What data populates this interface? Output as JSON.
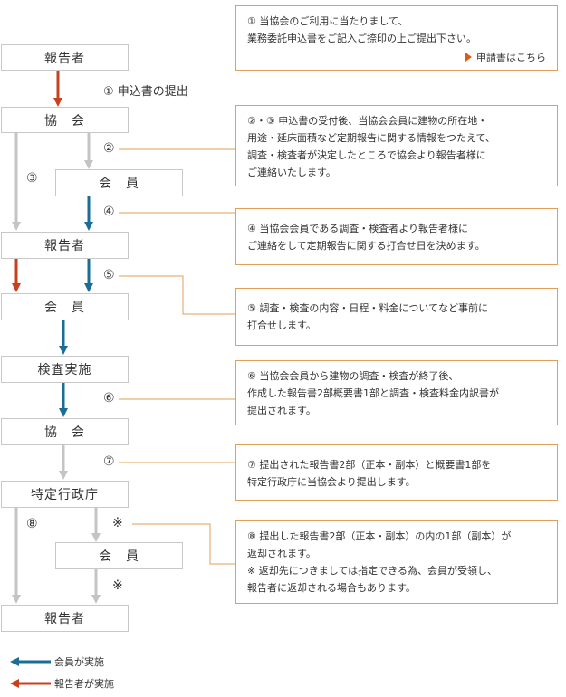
{
  "colors": {
    "member_arrow": "#1a6e96",
    "reporter_arrow": "#c8401c",
    "gray_arrow": "#c4c4c4",
    "note_border": "#e0a05a",
    "leader": "#e0a05a"
  },
  "flow": {
    "reporter1": "報告者",
    "kyokai1": "協　会",
    "kaiin1": "会　員",
    "reporter2": "報告者",
    "kaiin2": "会　員",
    "kensa": "検査実施",
    "kyokai2": "協　会",
    "tokutei": "特定行政庁",
    "kaiin3": "会　員",
    "reporter3": "報告者"
  },
  "labels": {
    "step1": "① 申込書の提出",
    "n2": "②",
    "n3": "③",
    "n4": "④",
    "n5": "⑤",
    "n6": "⑥",
    "n7": "⑦",
    "n8": "⑧",
    "kome1": "※",
    "kome2": "※"
  },
  "notes": {
    "note1": {
      "lines": [
        "① 当協会のご利用に当たりまして、",
        "業務委託申込書をご記入ご捺印の上ご提出下さい。"
      ],
      "link": "申請書はこちら"
    },
    "note2": {
      "lines": [
        "②・③ 申込書の受付後、当協会会員に建物の所在地・",
        "用途・延床面積など定期報告に関する情報をつたえて、",
        "調査・検査者が決定したところで協会より報告者様に",
        "ご連絡いたします。"
      ]
    },
    "note4": {
      "lines": [
        "④ 当協会会員である調査・検査者より報告者様に",
        "ご連絡をして定期報告に関する打合せ日を決めます。"
      ]
    },
    "note5": {
      "lines": [
        "⑤ 調査・検査の内容・日程・料金についてなど事前に",
        "打合せします。"
      ]
    },
    "note6": {
      "lines": [
        "⑥ 当協会会員から建物の調査・検査が終了後、",
        "作成した報告書2部概要書1部と調査・検査料金内訳書が",
        "提出されます。"
      ]
    },
    "note7": {
      "lines": [
        "⑦ 提出された報告書2部（正本・副本）と概要書1部を",
        "特定行政庁に当協会より提出します。"
      ]
    },
    "note8": {
      "lines": [
        "⑧ 提出した報告書2部（正本・副本）の内の1部（副本）が",
        "返却されます。",
        "※ 返却先につきましては指定できる為、会員が受領し、",
        "報告者に返却される場合もあります。"
      ]
    }
  },
  "legend": {
    "member": "会員が実施",
    "reporter": "報告者が実施"
  }
}
